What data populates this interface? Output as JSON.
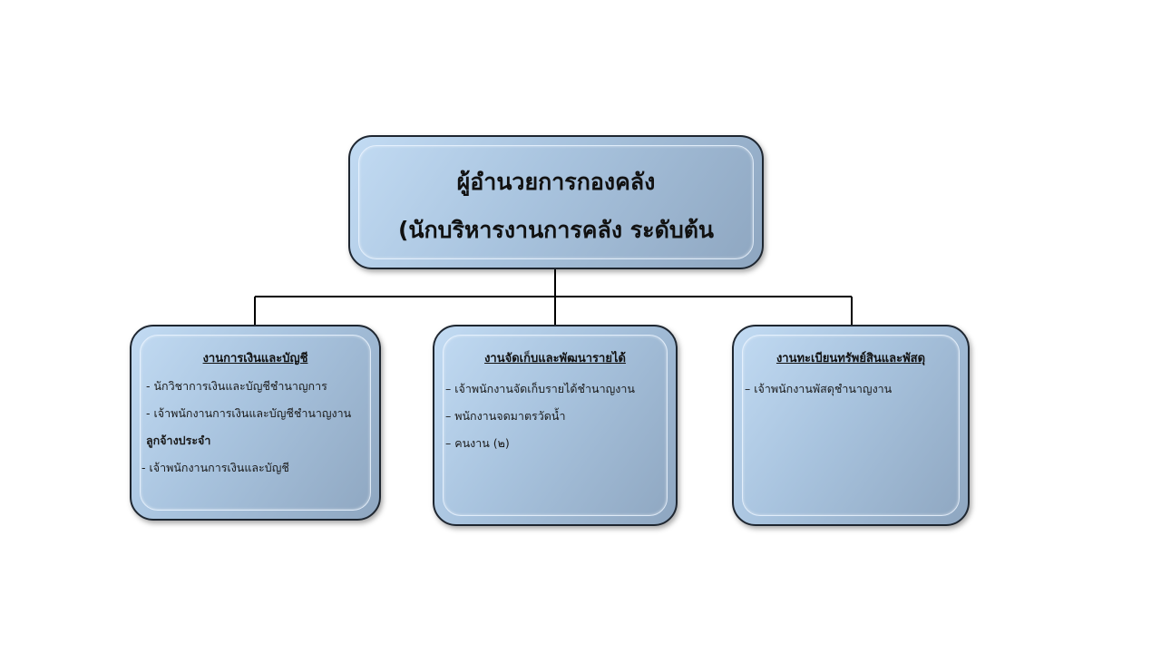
{
  "top": {
    "line1": "ผู้อำนวยการกองคลัง",
    "line2": "(นักบริหารงานการคลัง   ระดับต้น"
  },
  "sections": [
    {
      "title": "งานการเงินและบัญชี",
      "items": [
        "- นักวิชาการเงินและบัญชีชำนาญการ",
        "- เจ้าพนักงานการเงินและบัญชีชำนาญงาน",
        "ลูกจ้างประจำ",
        "- เจ้าพนักงานการเงินและบัญชี"
      ]
    },
    {
      "title": "งานจัดเก็บและพัฒนารายได้",
      "items": [
        "– เจ้าพนักงานจัดเก็บรายได้ชำนาญงาน",
        "– พนักงานจดมาตรวัดน้ำ",
        "– คนงาน (๒)"
      ]
    },
    {
      "title": "งานทะเบียนทรัพย์สินและพัสดุ",
      "items": [
        "– เจ้าพนักงานพัสดุชำนาญงาน"
      ]
    }
  ],
  "colors": {
    "box_border": "#1e2630",
    "box_gradient_light": "#c2dbf3",
    "box_gradient_dark": "#8ea6c0",
    "connector": "#000000"
  }
}
